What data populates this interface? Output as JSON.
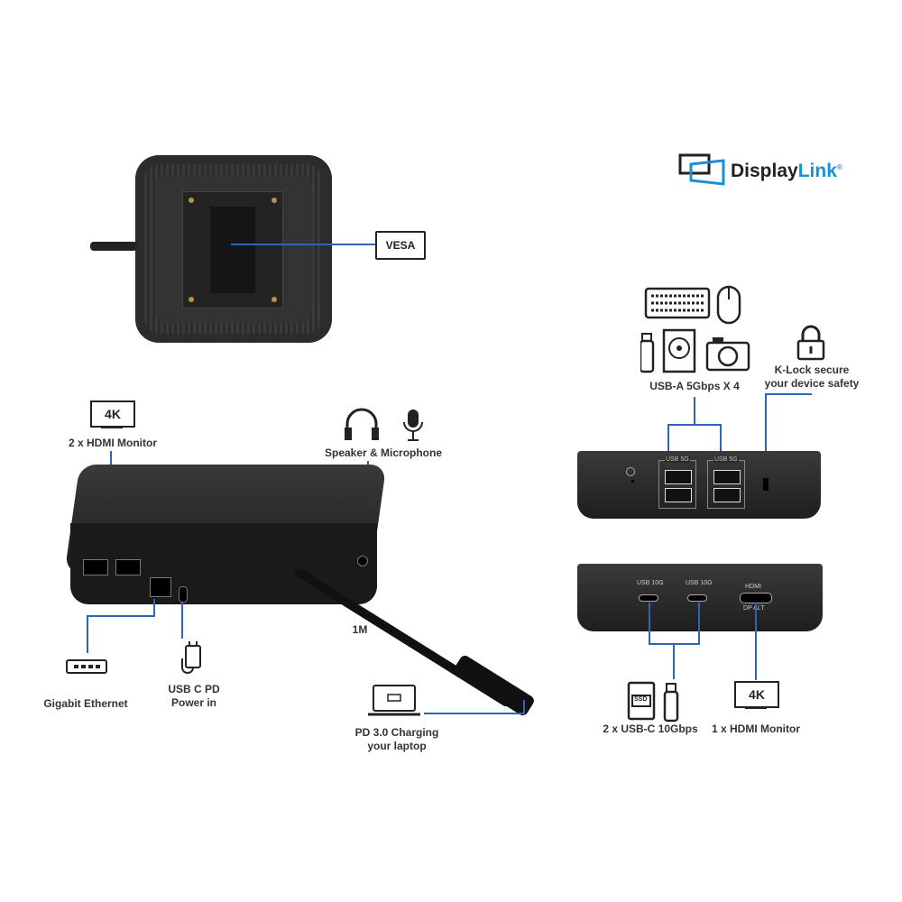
{
  "brand": {
    "name_dark": "Display",
    "name_blue": "Link",
    "registered": "®"
  },
  "colors": {
    "line": "#2f66b3",
    "device": "#2a2a2a",
    "brand_blue": "#1a8fd6"
  },
  "vesa": {
    "label": "VESA"
  },
  "left": {
    "monitor_badge": "4K",
    "hdmi_label": "2 x HDMI Monitor",
    "audio_label": "Speaker & Microphone",
    "cable_length": "1M",
    "ethernet_label": "Gigabit Ethernet",
    "power_label_1": "USB C PD",
    "power_label_2": "Power in",
    "charging_label_1": "PD 3.0 Charging",
    "charging_label_2": "your laptop"
  },
  "right": {
    "usb_a_label": "USB-A 5Gbps X 4",
    "klock_label_1": "K-Lock secure",
    "klock_label_2": "your device safety",
    "usb_a_port": "USB 5G",
    "usb_c_port": "USB 10G",
    "hdmi_port": "HDMI",
    "dp_alt": "DP ALT",
    "ssd_badge": "SSD",
    "usb_c_label": "2 x USB-C 10Gbps",
    "monitor_badge": "4K",
    "hdmi_label": "1 x HDMI Monitor"
  }
}
